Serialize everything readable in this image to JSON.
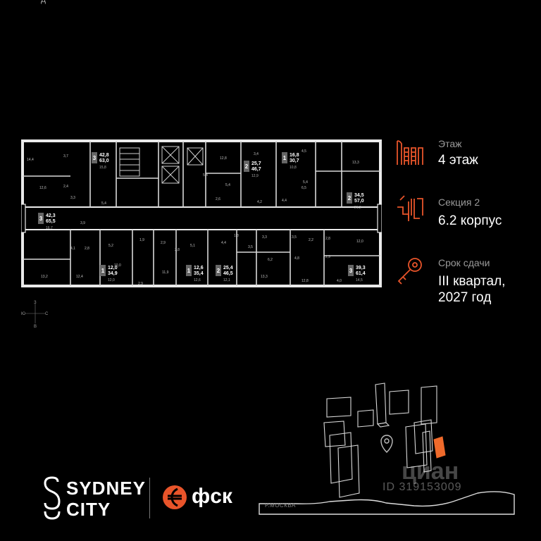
{
  "top_fragment": "д",
  "floor_plan": {
    "apartments": [
      {
        "rooms": "3",
        "area_living": "42,8",
        "area_total": "63,0",
        "extra": "15,8"
      },
      {
        "rooms": "2",
        "area_living": "25,7",
        "area_total": "46,7",
        "extra": "12,9"
      },
      {
        "rooms": "1",
        "area_living": "16,8",
        "area_total": "30,7",
        "extra": "10,8"
      },
      {
        "rooms": "2",
        "area_living": "34,5",
        "area_total": "57,0",
        "extra": "21,2"
      },
      {
        "rooms": "3",
        "area_living": "42,3",
        "area_total": "65,5",
        "extra": "16,7"
      },
      {
        "rooms": "1",
        "area_living": "12,0",
        "area_total": "34,9",
        "extra": "12,0"
      },
      {
        "rooms": "1",
        "area_living": "12,6",
        "area_total": "35,4",
        "extra": "12,6"
      },
      {
        "rooms": "2",
        "area_living": "25,4",
        "area_total": "46,5",
        "extra": "12,1"
      },
      {
        "rooms": "3",
        "area_living": "39,3",
        "area_total": "61,4",
        "extra": "14,5"
      }
    ],
    "room_labels": [
      "14,4",
      "3,7",
      "12,6",
      "2,4",
      "3,3",
      "5,4",
      "12,8",
      "3,4",
      "5,4",
      "2,6",
      "5,4",
      "4,2",
      "4,4",
      "4,5",
      "13,3",
      "6,5",
      "3,9",
      "5,4",
      "4,1",
      "2,8",
      "13,2",
      "12,4",
      "5,2",
      "1,9",
      "10,0",
      "2,9",
      "2,9",
      "2,8",
      "11,9",
      "5,1",
      "4,4",
      "1,8",
      "3,3",
      "3,5",
      "6,2",
      "13,3",
      "4,8",
      "2,2",
      "3,5",
      "2,8",
      "12,0",
      "12,8",
      "4,0",
      "2,9"
    ]
  },
  "compass": {
    "n": "З",
    "s": "В",
    "w": "Ю",
    "e": "С"
  },
  "info": {
    "floor_label": "Этаж",
    "floor_value": "4 этаж",
    "section_label": "Секция 2",
    "section_value": "6.2 корпус",
    "deadline_label": "Срок сдачи",
    "deadline_value_line1": "III квартал,",
    "deadline_value_line2": "2027 год",
    "accent_color": "#e8542a"
  },
  "brand": {
    "line1": "SYDNEY",
    "line2": "CITY",
    "developer": "фск"
  },
  "map": {
    "river_label": "Р.МОСКВА",
    "highlight_color": "#ef6a2b"
  },
  "watermark": {
    "main": "циан",
    "id": "ID 319153009"
  }
}
